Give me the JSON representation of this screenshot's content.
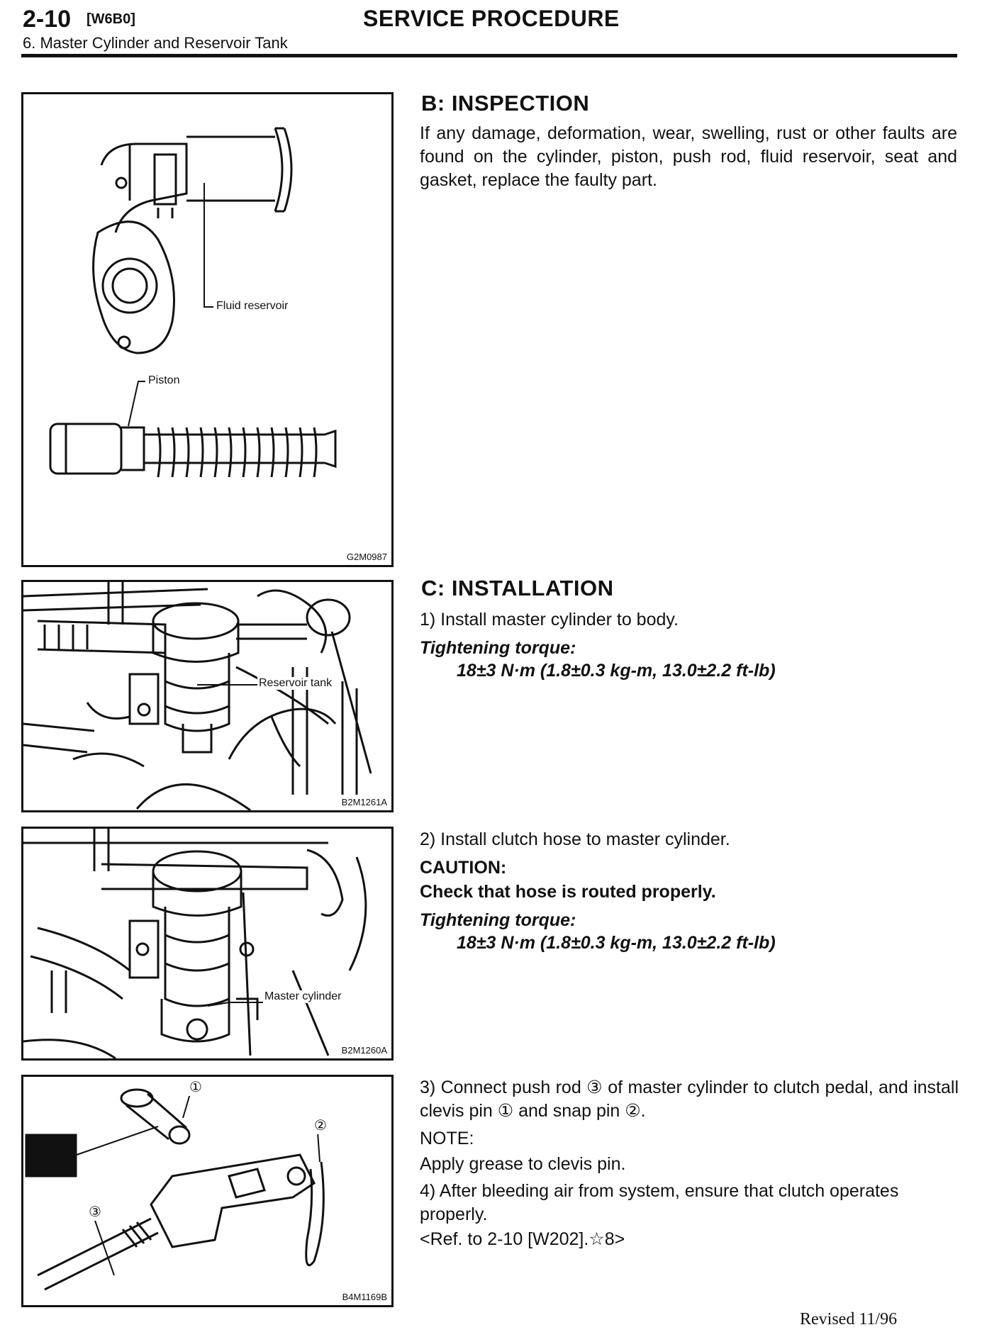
{
  "header": {
    "page_number": "2-10",
    "section_code": "[W6B0]",
    "title": "SERVICE PROCEDURE",
    "subtitle": "6. Master Cylinder and Reservoir Tank"
  },
  "figures": [
    {
      "code": "G2M0987",
      "callouts": [
        "Fluid reservoir",
        "Piston"
      ]
    },
    {
      "code": "B2M1261A",
      "callouts": [
        "Reservoir tank"
      ]
    },
    {
      "code": "B2M1260A",
      "callouts": [
        "Master cylinder"
      ]
    },
    {
      "code": "B4M1169B",
      "callouts": [
        "①",
        "②",
        "③"
      ]
    }
  ],
  "inspection": {
    "heading": "B: INSPECTION",
    "body": "If any damage, deformation, wear, swelling, rust or other faults are found on the cylinder, piston, push rod, fluid reservoir, seat and gasket, replace the faulty part."
  },
  "installation": {
    "heading": "C: INSTALLATION",
    "step1": "1) Install master cylinder to body.",
    "torque_label_1": "Tightening torque:",
    "torque_value_1": "18±3 N·m (1.8±0.3 kg-m, 13.0±2.2 ft-lb)",
    "step2": "2) Install clutch hose to master cylinder.",
    "caution_label": "CAUTION:",
    "caution_text": "Check that hose is routed properly.",
    "torque_label_2": "Tightening torque:",
    "torque_value_2": "18±3 N·m (1.8±0.3 kg-m, 13.0±2.2 ft-lb)",
    "step3": "3) Connect push rod ③ of master cylinder to clutch pedal, and install clevis pin ① and snap pin ②.",
    "note_label": "NOTE:",
    "note_text": "Apply grease to clevis pin.",
    "step4": "4) After bleeding air from system, ensure that clutch operates properly.",
    "reference": "<Ref. to 2-10 [W202].☆8>"
  },
  "footer": {
    "revised": "Revised 11/96"
  }
}
